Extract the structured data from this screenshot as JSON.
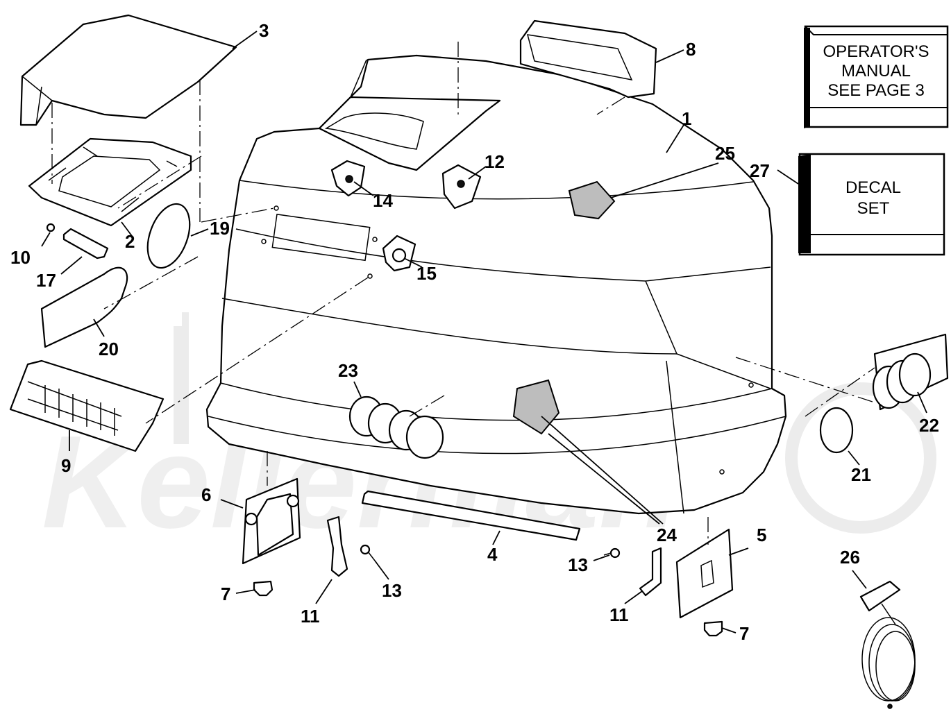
{
  "diagram": {
    "callouts": {
      "c1": "1",
      "c2": "2",
      "c3": "3",
      "c4": "4",
      "c5": "5",
      "c6": "6",
      "c7a": "7",
      "c7b": "7",
      "c8": "8",
      "c9": "9",
      "c10": "10",
      "c11a": "11",
      "c11b": "11",
      "c12": "12",
      "c13a": "13",
      "c13b": "13",
      "c14": "14",
      "c15": "15",
      "c17": "17",
      "c19": "19",
      "c20": "20",
      "c21": "21",
      "c22": "22",
      "c23": "23",
      "c24": "24",
      "c25": "25",
      "c26": "26",
      "c27": "27"
    },
    "manual_box": {
      "line1": "OPERATOR'S",
      "line2": "MANUAL",
      "line3": "SEE PAGE 3"
    },
    "decal_box": {
      "line1": "DECAL",
      "line2": "SET"
    },
    "watermark": "Kellerman"
  }
}
